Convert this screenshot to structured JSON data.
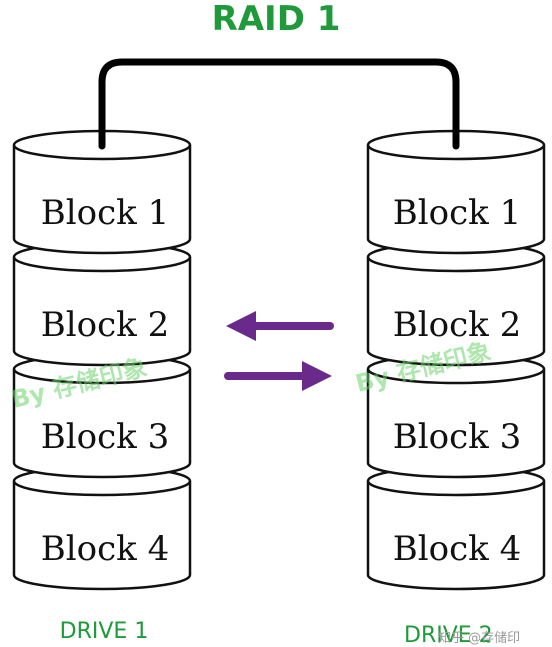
{
  "title": "RAID 1",
  "drives": [
    {
      "label": "DRIVE 1",
      "blocks": [
        "Block 1",
        "Block 2",
        "Block 3",
        "Block 4"
      ]
    },
    {
      "label": "DRIVE 2",
      "blocks": [
        "Block 1",
        "Block 2",
        "Block 3",
        "Block 4"
      ]
    }
  ],
  "watermark": "By 存储印象",
  "credit": "知乎 @存储印",
  "colors": {
    "title": "#1f9a3a",
    "drive_label": "#1f9a3a",
    "arrow": "#6a2a8c",
    "outline": "#111111",
    "connector": "#000000"
  },
  "icons": {
    "left_arrow": "arrow-left-icon",
    "right_arrow": "arrow-right-icon"
  }
}
